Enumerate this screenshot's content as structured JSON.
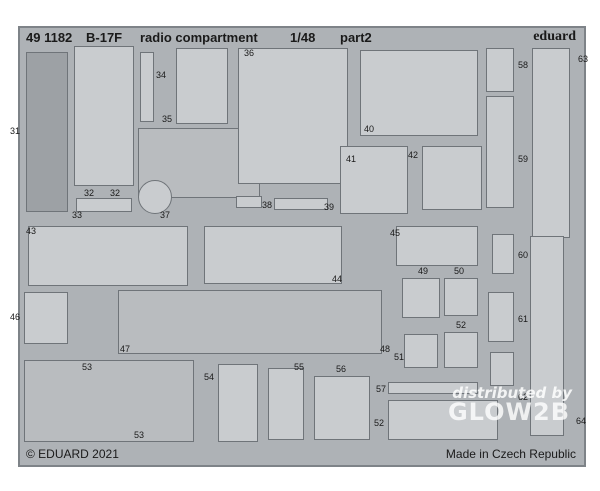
{
  "header": {
    "kit_number": "49 1182",
    "subject": "B-17F",
    "set_name": "radio compartment",
    "scale": "1/48",
    "part": "part2",
    "brand": "eduard"
  },
  "footer": {
    "copyright": "© EDUARD 2021",
    "origin": "Made in Czech Republic"
  },
  "watermark": {
    "line1": "distributed by",
    "line2": "GLOW2B"
  },
  "part_numbers": [
    "31",
    "32",
    "32",
    "33",
    "34",
    "35",
    "36",
    "37",
    "38",
    "39",
    "40",
    "41",
    "42",
    "43",
    "44",
    "45",
    "46",
    "47",
    "48",
    "49",
    "50",
    "51",
    "52",
    "52",
    "53",
    "53",
    "54",
    "55",
    "56",
    "57",
    "58",
    "59",
    "60",
    "61",
    "62",
    "63",
    "64"
  ],
  "colors": {
    "fret": "#aeb2b6",
    "part": "#c9cccf",
    "outline": "#6f7479"
  }
}
